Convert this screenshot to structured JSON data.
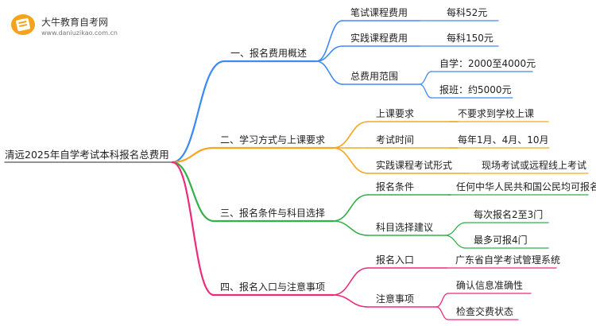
{
  "logo": {
    "name": "大牛教育自考网",
    "url": "www.daniuzikao.com.cn"
  },
  "colors": {
    "blue": "#3d8bf2",
    "orange": "#f5a623",
    "green": "#32b04a",
    "pink": "#ee2a7b",
    "text": "#222222"
  },
  "root": "清远2025年自学考试本科报名总费用",
  "branches": [
    {
      "label": "一、报名费用概述",
      "color": "blue",
      "children": [
        {
          "label": "笔试课程费用",
          "children": [
            {
              "label": "每科52元"
            }
          ]
        },
        {
          "label": "实践课程费用",
          "children": [
            {
              "label": "每科150元"
            }
          ]
        },
        {
          "label": "总费用范围",
          "children": [
            {
              "label": "自学：2000至4000元"
            },
            {
              "label": "报班：约5000元"
            }
          ]
        }
      ]
    },
    {
      "label": "二、学习方式与上课要求",
      "color": "orange",
      "children": [
        {
          "label": "上课要求",
          "children": [
            {
              "label": "不要求到学校上课"
            }
          ]
        },
        {
          "label": "考试时间",
          "children": [
            {
              "label": "每年1月、4月、10月"
            }
          ]
        },
        {
          "label": "实践课程考试形式",
          "children": [
            {
              "label": "现场考试或远程线上考试"
            }
          ]
        }
      ]
    },
    {
      "label": "三、报名条件与科目选择",
      "color": "green",
      "children": [
        {
          "label": "报名条件",
          "children": [
            {
              "label": "任何中华人民共和国公民均可报名"
            }
          ]
        },
        {
          "label": "科目选择建议",
          "children": [
            {
              "label": "每次报名2至3门"
            },
            {
              "label": "最多可报4门"
            }
          ]
        }
      ]
    },
    {
      "label": "四、报名入口与注意事项",
      "color": "pink",
      "children": [
        {
          "label": "报名入口",
          "children": [
            {
              "label": "广东省自学考试管理系统"
            }
          ]
        },
        {
          "label": "注意事项",
          "children": [
            {
              "label": "确认信息准确性"
            },
            {
              "label": "检查交费状态"
            }
          ]
        }
      ]
    }
  ]
}
